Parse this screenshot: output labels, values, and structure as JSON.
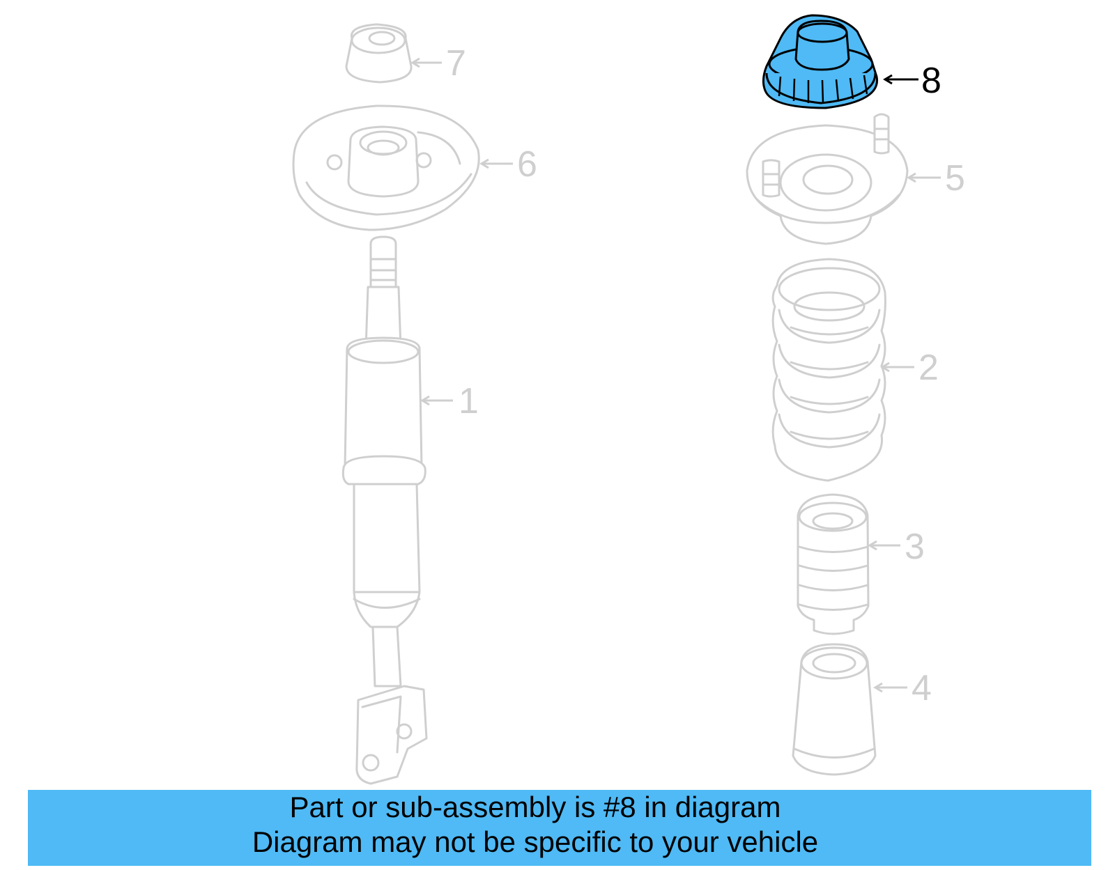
{
  "diagram": {
    "highlight_color": "#4fbaf5",
    "callouts": [
      {
        "id": "1",
        "label": "1"
      },
      {
        "id": "2",
        "label": "2"
      },
      {
        "id": "3",
        "label": "3"
      },
      {
        "id": "4",
        "label": "4"
      },
      {
        "id": "5",
        "label": "5"
      },
      {
        "id": "6",
        "label": "6"
      },
      {
        "id": "7",
        "label": "7"
      },
      {
        "id": "8",
        "label": "8",
        "highlighted": true
      }
    ]
  },
  "banner": {
    "line1": "Part or sub-assembly is #8 in diagram",
    "line2": "Diagram may not be specific to your vehicle",
    "background": "#4fbaf5"
  }
}
